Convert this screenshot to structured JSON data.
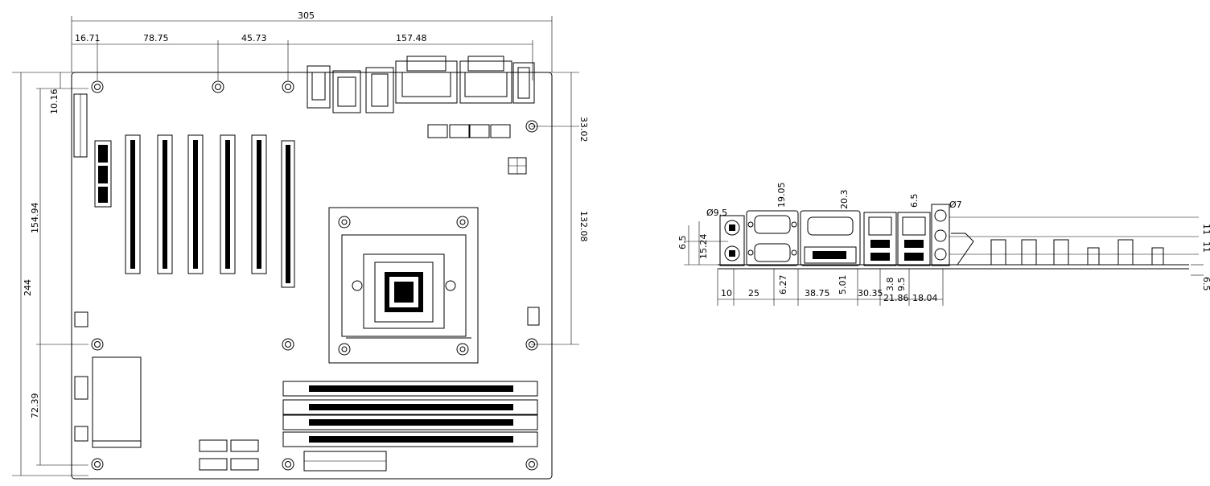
{
  "board_top_view": {
    "total_width": "305",
    "top_segments": [
      "16.71",
      "78.75",
      "45.73",
      "157.48"
    ],
    "left_segments": [
      "10.16",
      "154.94",
      "72.39"
    ],
    "total_height": "244",
    "right_segments": [
      "33.02",
      "132.08"
    ]
  },
  "io_rear_view": {
    "top_labels": [
      "Ø9.5",
      "19.05",
      "20.3",
      "6.5",
      "Ø7"
    ],
    "left_labels": [
      "6.5",
      "15.24"
    ],
    "right_labels": [
      "11",
      "11",
      "6.5"
    ],
    "bottom_labels": [
      "10",
      "25",
      "6.27",
      "38.75",
      "5.01",
      "30.35",
      "3.8",
      "9.5",
      "21.86",
      "18.04"
    ]
  }
}
